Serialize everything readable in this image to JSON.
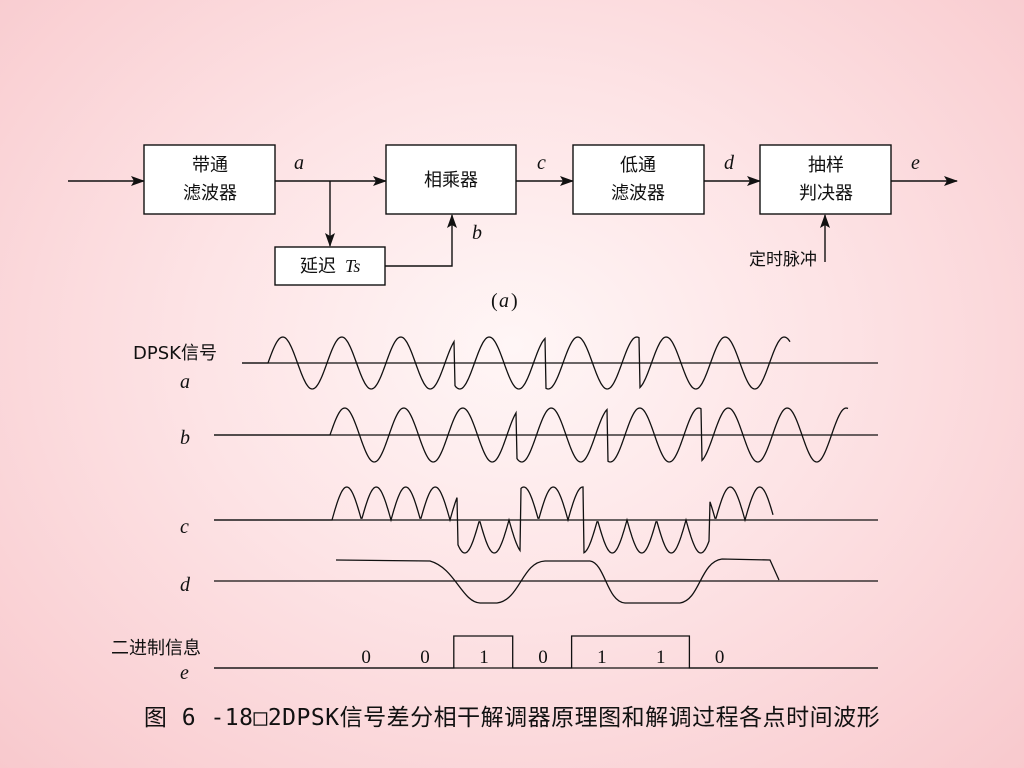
{
  "diagram": {
    "blocks": {
      "bpf": [
        "带通",
        "滤波器"
      ],
      "multiplier": "相乘器",
      "lpf": [
        "低通",
        "滤波器"
      ],
      "sampler": [
        "抽样",
        "判决器"
      ],
      "delay": "延迟",
      "delay_var": "Ts"
    },
    "node_labels": {
      "a": "a",
      "b": "b",
      "c": "c",
      "d": "d",
      "e": "e"
    },
    "timing_label": "定时脉冲",
    "sub_caption": {
      "open": "(",
      "letter": "a",
      "close": ")"
    }
  },
  "waveforms": {
    "dpsk_label": "DPSK信号",
    "a_label": "a",
    "b_label": "b",
    "c_label": "c",
    "d_label": "d",
    "binary_label": "二进制信息",
    "e_label": "e",
    "bits": [
      "0",
      "0",
      "1",
      "0",
      "1",
      "1",
      "0"
    ],
    "high_bits_fraction": [
      0,
      0,
      1,
      0,
      1,
      1,
      0
    ]
  },
  "caption": "图 6 -18□2DPSK信号差分相干解调器原理图和解调过程各点时间波形"
}
